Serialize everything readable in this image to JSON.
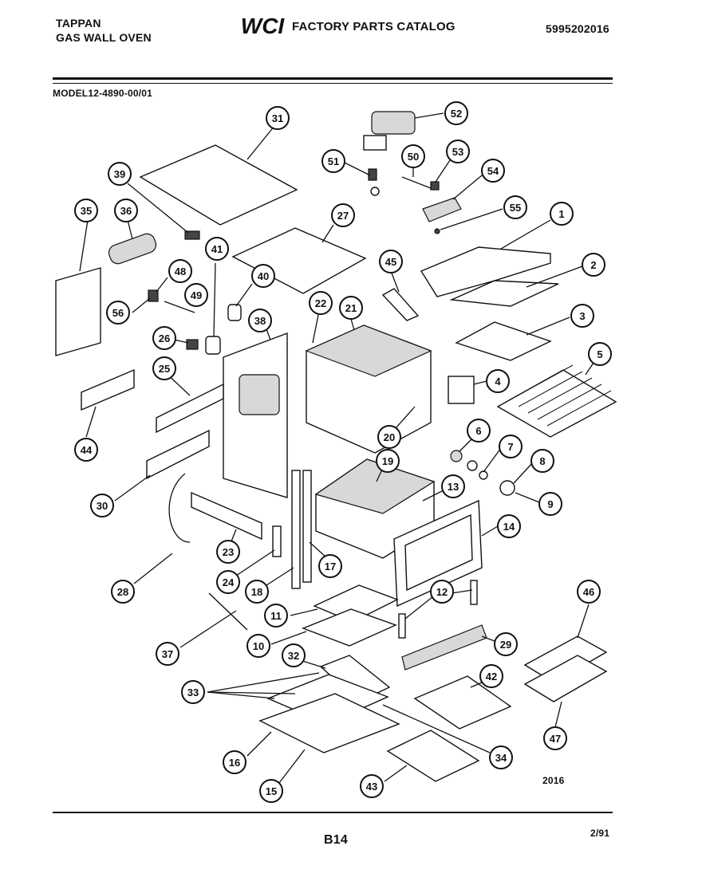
{
  "header": {
    "brand_line1": "TAPPAN",
    "brand_line2": "GAS WALL OVEN",
    "logo_text": "WCI",
    "catalog_title": "FACTORY PARTS CATALOG",
    "part_number": "5995202016"
  },
  "model": "MODEL12-4890-00/01",
  "footer": {
    "page_code": "B14",
    "date": "2/91",
    "drawing_number": "2016"
  },
  "callouts": [
    {
      "id": "c1",
      "label": "1"
    },
    {
      "id": "c2",
      "label": "2"
    },
    {
      "id": "c3",
      "label": "3"
    },
    {
      "id": "c4",
      "label": "4"
    },
    {
      "id": "c5",
      "label": "5"
    },
    {
      "id": "c6",
      "label": "6"
    },
    {
      "id": "c7",
      "label": "7"
    },
    {
      "id": "c8",
      "label": "8"
    },
    {
      "id": "c9",
      "label": "9"
    },
    {
      "id": "c10",
      "label": "10"
    },
    {
      "id": "c11",
      "label": "11"
    },
    {
      "id": "c12",
      "label": "12"
    },
    {
      "id": "c13",
      "label": "13"
    },
    {
      "id": "c14",
      "label": "14"
    },
    {
      "id": "c15",
      "label": "15"
    },
    {
      "id": "c16",
      "label": "16"
    },
    {
      "id": "c17",
      "label": "17"
    },
    {
      "id": "c18",
      "label": "18"
    },
    {
      "id": "c19",
      "label": "19"
    },
    {
      "id": "c20",
      "label": "20"
    },
    {
      "id": "c21",
      "label": "21"
    },
    {
      "id": "c22",
      "label": "22"
    },
    {
      "id": "c23",
      "label": "23"
    },
    {
      "id": "c24",
      "label": "24"
    },
    {
      "id": "c25",
      "label": "25"
    },
    {
      "id": "c26",
      "label": "26"
    },
    {
      "id": "c27",
      "label": "27"
    },
    {
      "id": "c28",
      "label": "28"
    },
    {
      "id": "c29",
      "label": "29"
    },
    {
      "id": "c30",
      "label": "30"
    },
    {
      "id": "c31",
      "label": "31"
    },
    {
      "id": "c32",
      "label": "32"
    },
    {
      "id": "c33",
      "label": "33"
    },
    {
      "id": "c34",
      "label": "34"
    },
    {
      "id": "c35",
      "label": "35"
    },
    {
      "id": "c36",
      "label": "36"
    },
    {
      "id": "c37",
      "label": "37"
    },
    {
      "id": "c38",
      "label": "38"
    },
    {
      "id": "c39",
      "label": "39"
    },
    {
      "id": "c40",
      "label": "40"
    },
    {
      "id": "c41",
      "label": "41"
    },
    {
      "id": "c42",
      "label": "42"
    },
    {
      "id": "c43",
      "label": "43"
    },
    {
      "id": "c44",
      "label": "44"
    },
    {
      "id": "c45",
      "label": "45"
    },
    {
      "id": "c46",
      "label": "46"
    },
    {
      "id": "c47",
      "label": "47"
    },
    {
      "id": "c48",
      "label": "48"
    },
    {
      "id": "c49",
      "label": "49"
    },
    {
      "id": "c50",
      "label": "50"
    },
    {
      "id": "c51",
      "label": "51"
    },
    {
      "id": "c52",
      "label": "52"
    },
    {
      "id": "c53",
      "label": "53"
    },
    {
      "id": "c54",
      "label": "54"
    },
    {
      "id": "c55",
      "label": "55"
    },
    {
      "id": "c56",
      "label": "56"
    }
  ]
}
